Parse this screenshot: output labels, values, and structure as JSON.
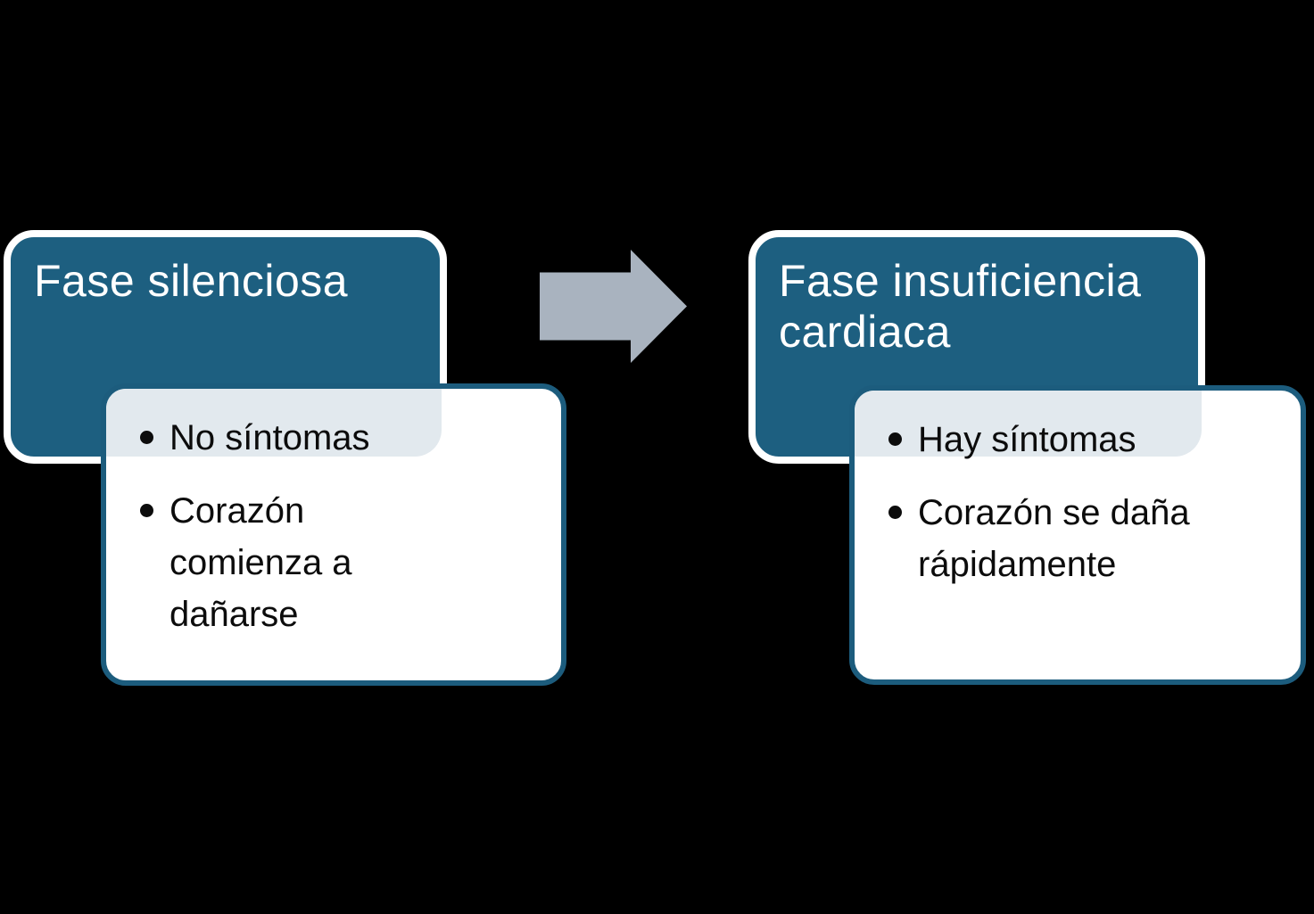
{
  "diagram": {
    "type": "process-flow",
    "background_color": "#000000",
    "colors": {
      "header_fill": "#1d5f80",
      "header_outline": "#ffffff",
      "header_text": "#ffffff",
      "body_fill": "#ffffff",
      "body_outline": "#1c5c7d",
      "body_overlap_tint": "#e2e9ee",
      "bullet_text": "#0c0c0c",
      "arrow_fill": "#a9b3bf"
    },
    "steps": [
      {
        "title": "Fase silenciosa",
        "bullets": [
          "No síntomas",
          "Corazón\ncomienza a\ndañarse"
        ]
      },
      {
        "title": "Fase insuficiencia\ncardiaca",
        "bullets": [
          "Hay síntomas",
          "Corazón se daña\nrápidamente"
        ]
      }
    ],
    "connector": {
      "name": "right-arrow",
      "color": "#a9b3bf"
    }
  }
}
